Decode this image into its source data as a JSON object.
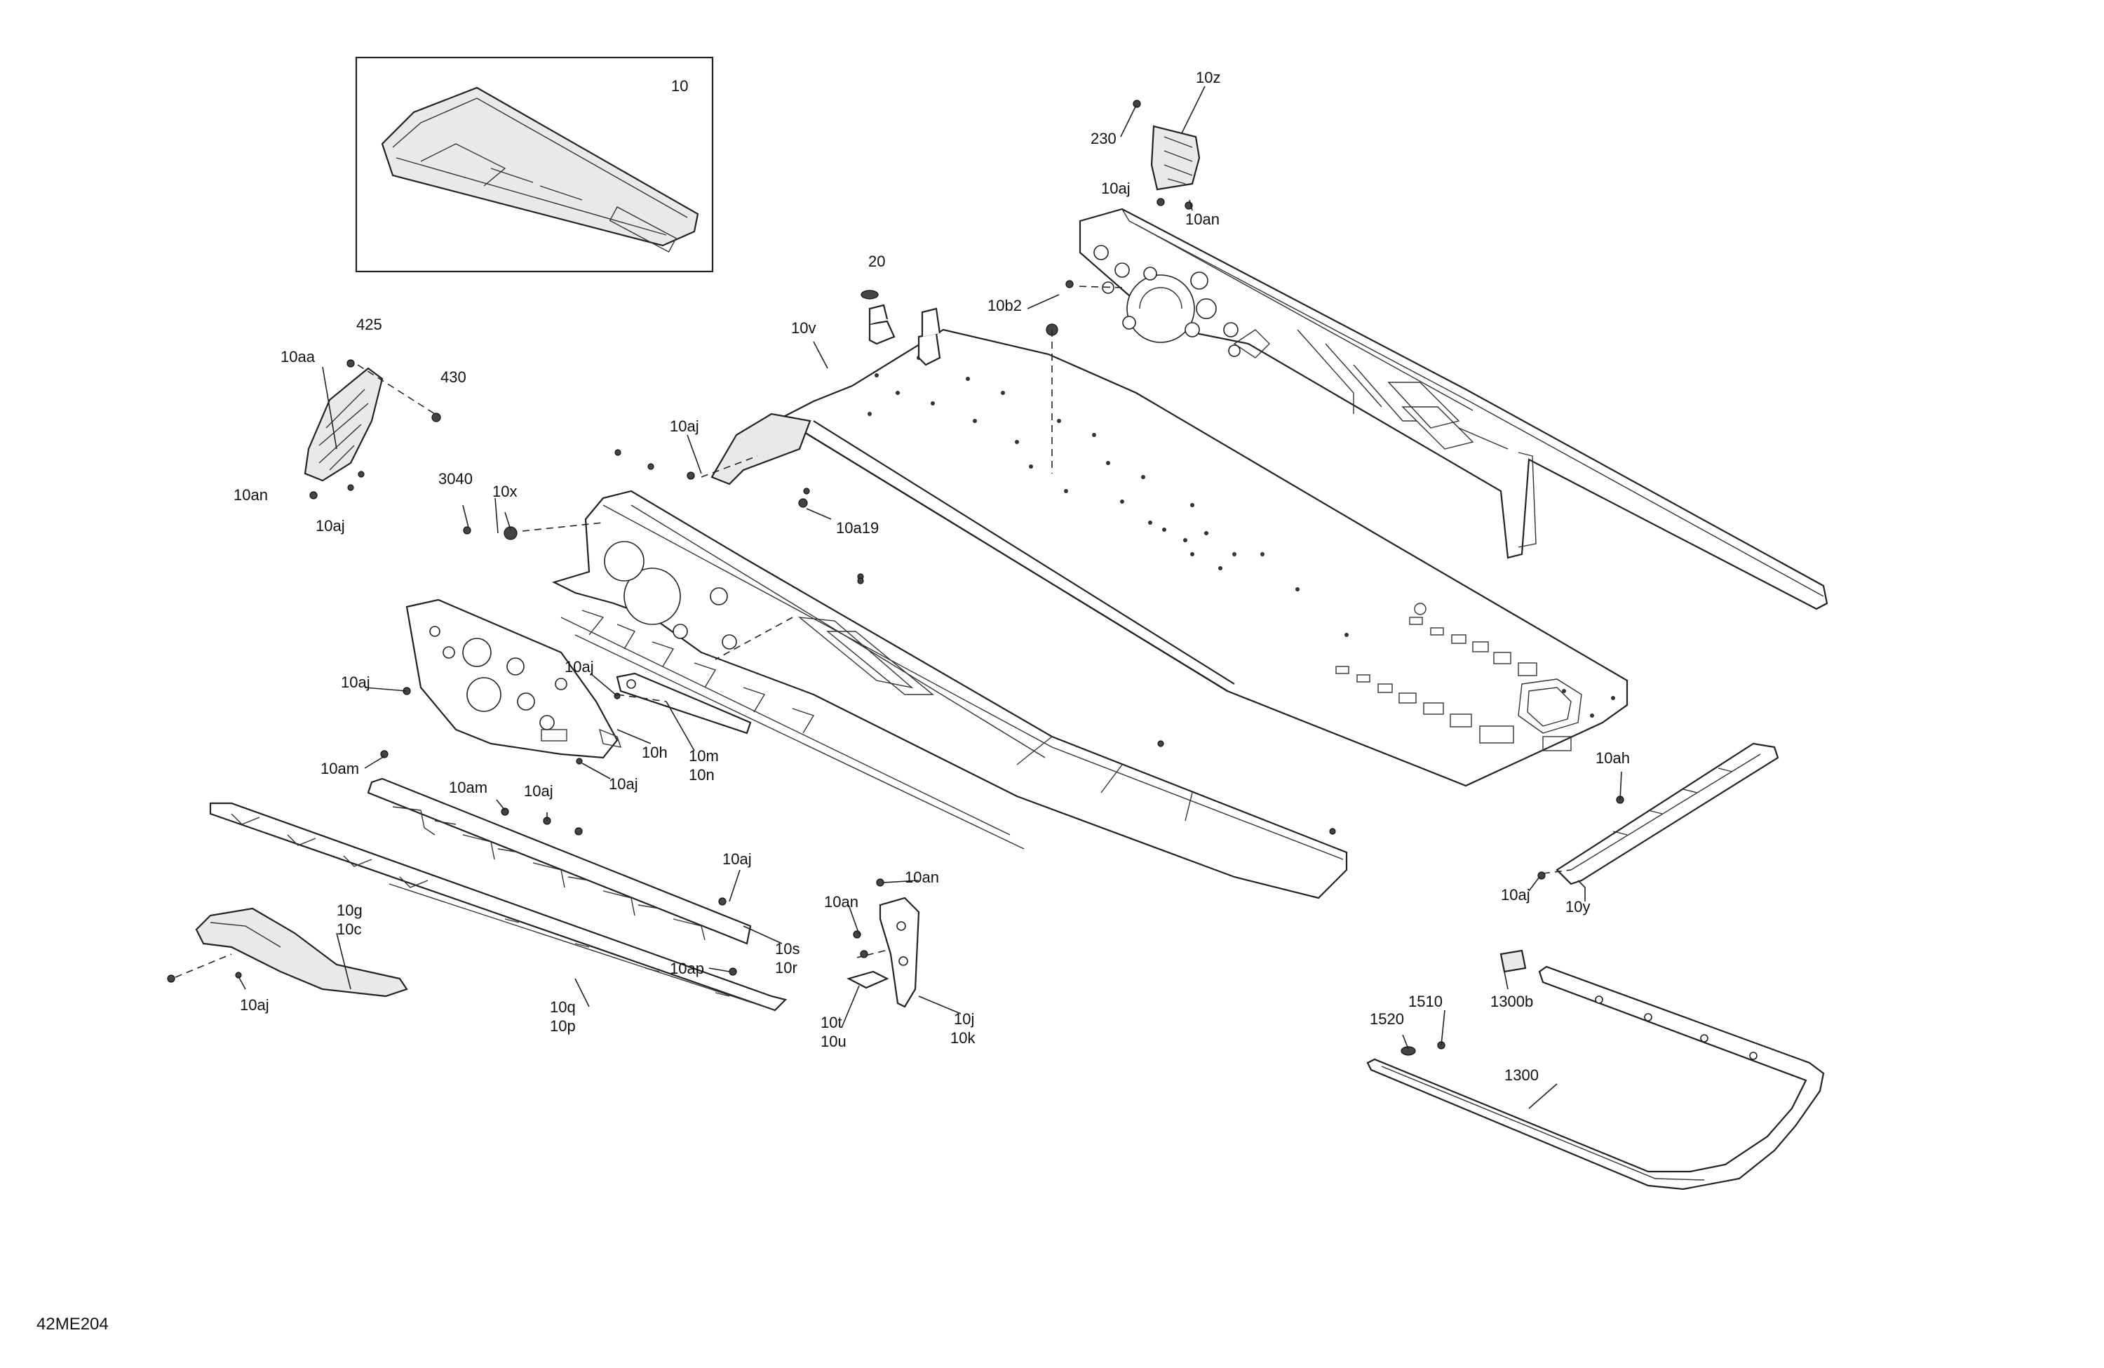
{
  "diagram": {
    "figure_code": "42ME204",
    "inset_label": "10",
    "callouts": [
      "10z",
      "230",
      "10aj",
      "10an",
      "20",
      "10b2",
      "10v",
      "425",
      "10aa",
      "430",
      "10aj",
      "10an",
      "10aj",
      "3040",
      "10x",
      "10a19",
      "10aj",
      "10aj",
      "10h",
      "10m",
      "10n",
      "10aj",
      "10am",
      "10am",
      "10aj",
      "10aj",
      "10g",
      "10c",
      "10aj",
      "10s",
      "10r",
      "10ap",
      "10q",
      "10p",
      "10an",
      "10an",
      "10t",
      "10u",
      "10j",
      "10k",
      "10ah",
      "10aj",
      "10y",
      "1300b",
      "1510",
      "1520",
      "1300"
    ]
  }
}
